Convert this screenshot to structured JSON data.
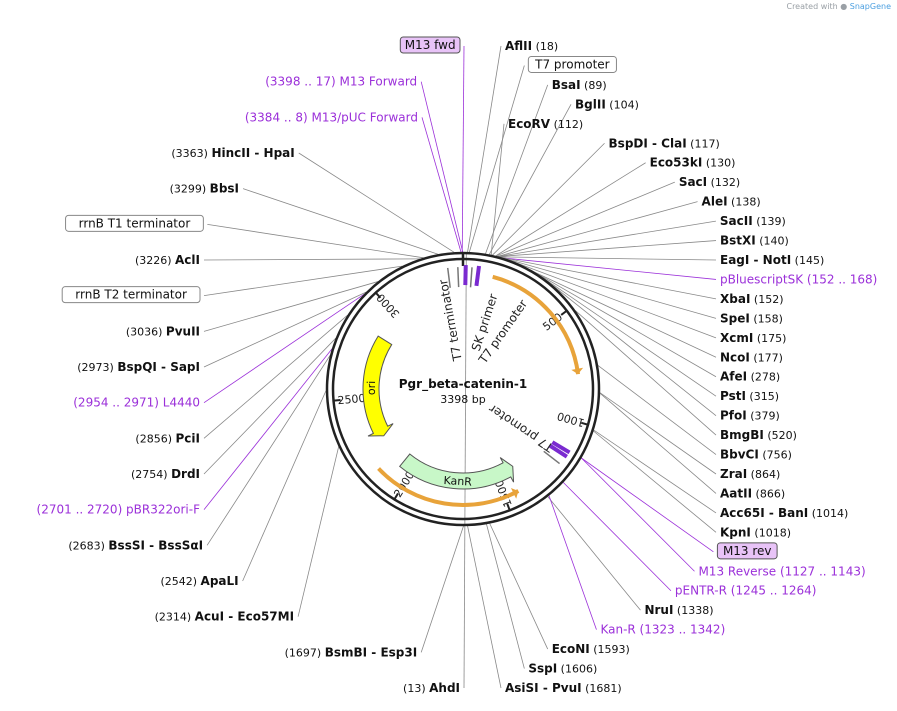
{
  "credit": {
    "prefix": "Created with",
    "brand": "SnapGene"
  },
  "plasmid": {
    "name": "Pgr_beta-catenin-1",
    "length": 3398,
    "length_text": "3398 bp"
  },
  "ticks": [
    {
      "pos": 500,
      "label": "500"
    },
    {
      "pos": 1000,
      "label": "1000"
    },
    {
      "pos": 1500,
      "label": "1500"
    },
    {
      "pos": 2000,
      "label": "2000"
    },
    {
      "pos": 2500,
      "label": "2500"
    },
    {
      "pos": 3000,
      "label": "3000"
    }
  ],
  "features": [
    {
      "name": "ori",
      "start": 2260,
      "end": 2850,
      "dir": "ccw",
      "color": "#ffff00",
      "label": "ori"
    },
    {
      "name": "kanr",
      "start": 1390,
      "end": 2070,
      "dir": "ccw",
      "color": "#c8f7c8",
      "label": "KanR"
    }
  ],
  "orfs": [
    {
      "start": 140,
      "end": 780,
      "dir": "cw"
    },
    {
      "start": 1430,
      "end": 2140,
      "dir": "ccw"
    }
  ],
  "inner_labels": [
    {
      "text": "T7 terminator",
      "pos": 3300
    },
    {
      "text": "SK primer",
      "pos": 170
    },
    {
      "text": "T7 promoter",
      "pos": 330
    },
    {
      "text": "T7 promoter",
      "pos": 1170
    }
  ],
  "annotations": [
    {
      "kind": "site",
      "name": "AhdI",
      "coord": "(13)",
      "pos": 13,
      "side": "left"
    },
    {
      "kind": "site",
      "name": "AflII",
      "coord": "(18)",
      "pos": 18,
      "side": "right"
    },
    {
      "kind": "box",
      "name": "T7 promoter",
      "pos": 25,
      "side": "right"
    },
    {
      "kind": "site",
      "name": "BsaI",
      "coord": "(89)",
      "pos": 89,
      "side": "right"
    },
    {
      "kind": "site",
      "name": "BglII",
      "coord": "(104)",
      "pos": 104,
      "side": "right"
    },
    {
      "kind": "site",
      "name": "EcoRV",
      "coord": "(112)",
      "pos": 112,
      "side": "right"
    },
    {
      "kind": "site",
      "name": "BspDI - ClaI",
      "coord": "(117)",
      "pos": 117,
      "side": "right"
    },
    {
      "kind": "site",
      "name": "Eco53kI",
      "coord": "(130)",
      "pos": 130,
      "side": "right"
    },
    {
      "kind": "site",
      "name": "SacI",
      "coord": "(132)",
      "pos": 132,
      "side": "right"
    },
    {
      "kind": "site",
      "name": "AleI",
      "coord": "(138)",
      "pos": 138,
      "side": "right"
    },
    {
      "kind": "site",
      "name": "SacII",
      "coord": "(139)",
      "pos": 139,
      "side": "right"
    },
    {
      "kind": "site",
      "name": "BstXI",
      "coord": "(140)",
      "pos": 140,
      "side": "right"
    },
    {
      "kind": "site",
      "name": "EagI - NotI",
      "coord": "(145)",
      "pos": 145,
      "side": "right"
    },
    {
      "kind": "primer",
      "name": "pBluescriptSK",
      "coord": "(152 .. 168)",
      "pos": 160,
      "side": "right"
    },
    {
      "kind": "site",
      "name": "XbaI",
      "coord": "(152)",
      "pos": 152,
      "side": "right"
    },
    {
      "kind": "site",
      "name": "SpeI",
      "coord": "(158)",
      "pos": 158,
      "side": "right"
    },
    {
      "kind": "site",
      "name": "XcmI",
      "coord": "(175)",
      "pos": 175,
      "side": "right"
    },
    {
      "kind": "site",
      "name": "NcoI",
      "coord": "(177)",
      "pos": 177,
      "side": "right"
    },
    {
      "kind": "site",
      "name": "AfeI",
      "coord": "(278)",
      "pos": 278,
      "side": "right"
    },
    {
      "kind": "site",
      "name": "PstI",
      "coord": "(315)",
      "pos": 315,
      "side": "right"
    },
    {
      "kind": "site",
      "name": "PfoI",
      "coord": "(379)",
      "pos": 379,
      "side": "right"
    },
    {
      "kind": "site",
      "name": "BmgBI",
      "coord": "(520)",
      "pos": 520,
      "side": "right"
    },
    {
      "kind": "site",
      "name": "BbvCI",
      "coord": "(756)",
      "pos": 756,
      "side": "right"
    },
    {
      "kind": "site",
      "name": "ZraI",
      "coord": "(864)",
      "pos": 864,
      "side": "right"
    },
    {
      "kind": "site",
      "name": "AatII",
      "coord": "(866)",
      "pos": 866,
      "side": "right"
    },
    {
      "kind": "site",
      "name": "Acc65I - BanI",
      "coord": "(1014)",
      "pos": 1014,
      "side": "right"
    },
    {
      "kind": "site",
      "name": "KpnI",
      "coord": "(1018)",
      "pos": 1018,
      "side": "right"
    },
    {
      "kind": "primerbox",
      "name": "M13 rev",
      "pos": 1135,
      "side": "right"
    },
    {
      "kind": "primer",
      "name": "M13 Reverse",
      "coord": "(1127 .. 1143)",
      "pos": 1135,
      "side": "right"
    },
    {
      "kind": "primer",
      "name": "pENTR-R",
      "coord": "(1245 .. 1264)",
      "pos": 1255,
      "side": "right"
    },
    {
      "kind": "site",
      "name": "NruI",
      "coord": "(1338)",
      "pos": 1338,
      "side": "right"
    },
    {
      "kind": "primer",
      "name": "Kan-R",
      "coord": "(1323 .. 1342)",
      "pos": 1332,
      "side": "right"
    },
    {
      "kind": "site",
      "name": "EcoNI",
      "coord": "(1593)",
      "pos": 1593,
      "side": "right"
    },
    {
      "kind": "site",
      "name": "SspI",
      "coord": "(1606)",
      "pos": 1606,
      "side": "right"
    },
    {
      "kind": "site",
      "name": "AsiSI - PvuI",
      "coord": "(1681)",
      "pos": 1681,
      "side": "right"
    },
    {
      "kind": "site",
      "name": "BsmBI - Esp3I",
      "coord": "(1697)",
      "pos": 1697,
      "side": "left"
    },
    {
      "kind": "site",
      "name": "AcuI - Eco57MI",
      "coord": "(2314)",
      "pos": 2314,
      "side": "left"
    },
    {
      "kind": "site",
      "name": "ApaLI",
      "coord": "(2542)",
      "pos": 2542,
      "side": "left"
    },
    {
      "kind": "site",
      "name": "BssSI - BssSαI",
      "coord": "(2683)",
      "pos": 2683,
      "side": "left"
    },
    {
      "kind": "primer",
      "name": "pBR322ori-F",
      "coord": "(2701 .. 2720)",
      "pos": 2710,
      "side": "left"
    },
    {
      "kind": "site",
      "name": "DrdI",
      "coord": "(2754)",
      "pos": 2754,
      "side": "left"
    },
    {
      "kind": "site",
      "name": "PciI",
      "coord": "(2856)",
      "pos": 2856,
      "side": "left"
    },
    {
      "kind": "primer",
      "name": "L4440",
      "coord": "(2954 .. 2971)",
      "pos": 2962,
      "side": "left"
    },
    {
      "kind": "site",
      "name": "BspQI - SapI",
      "coord": "(2973)",
      "pos": 2973,
      "side": "left"
    },
    {
      "kind": "site",
      "name": "PvuII",
      "coord": "(3036)",
      "pos": 3036,
      "side": "left"
    },
    {
      "kind": "box",
      "name": "rrnB T2 terminator",
      "pos": 3150,
      "side": "left"
    },
    {
      "kind": "site",
      "name": "AclI",
      "coord": "(3226)",
      "pos": 3226,
      "side": "left"
    },
    {
      "kind": "box",
      "name": "rrnB T1 terminator",
      "pos": 3240,
      "side": "left"
    },
    {
      "kind": "site",
      "name": "BbsI",
      "coord": "(3299)",
      "pos": 3299,
      "side": "left"
    },
    {
      "kind": "site",
      "name": "HincII - HpaI",
      "coord": "(3363)",
      "pos": 3363,
      "side": "left"
    },
    {
      "kind": "primer",
      "name": "M13/pUC Forward",
      "coord": "(3384 .. 8)",
      "pos": 3390,
      "side": "left"
    },
    {
      "kind": "primer",
      "name": "M13 Forward",
      "coord": "(3398 .. 17)",
      "pos": 3397,
      "side": "left"
    },
    {
      "kind": "primerbox",
      "name": "M13 fwd",
      "pos": 3395,
      "side": "left"
    }
  ]
}
